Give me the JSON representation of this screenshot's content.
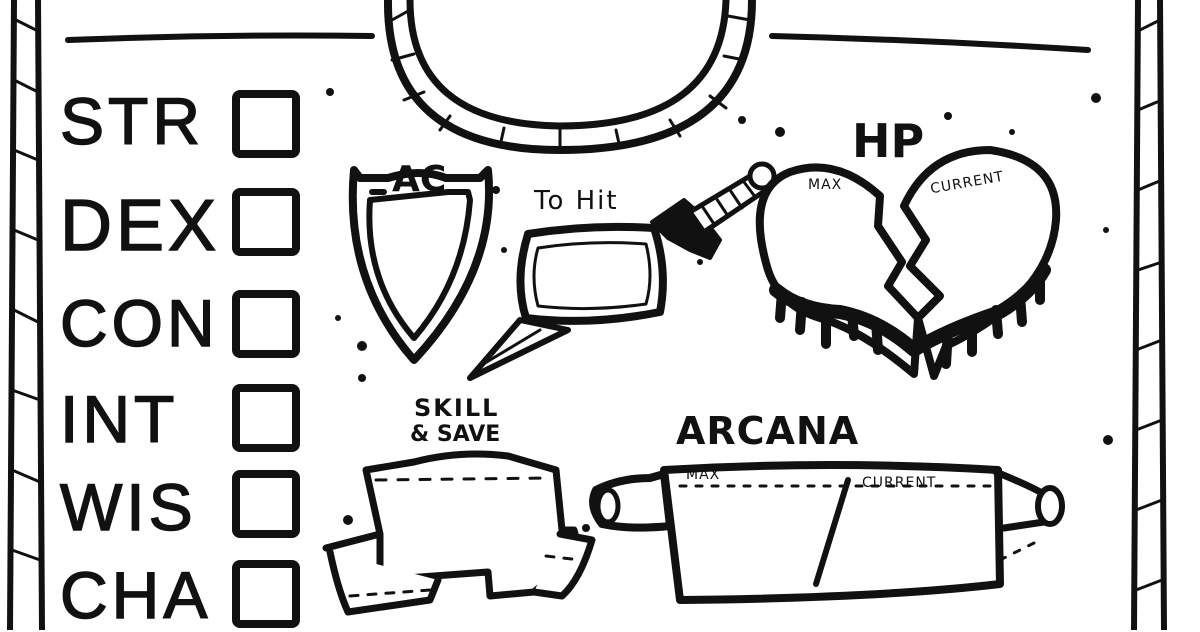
{
  "stats": {
    "items": [
      {
        "abbr": "STR"
      },
      {
        "abbr": "DEX"
      },
      {
        "abbr": "CON"
      },
      {
        "abbr": "INT"
      },
      {
        "abbr": "WIS"
      },
      {
        "abbr": "CHA"
      }
    ]
  },
  "armor": {
    "label": "AC"
  },
  "weapon": {
    "label": "To Hit"
  },
  "hit_points": {
    "label": "HP",
    "max_label": "MAX",
    "current_label": "CURRENT"
  },
  "skill": {
    "line1": "SKILL",
    "line2": "& SAVE"
  },
  "arcana": {
    "label": "ARCANA",
    "max_label": "MAX",
    "current_label": "CURRENT"
  },
  "colors": {
    "ink": "#111111",
    "paper": "#ffffff"
  }
}
